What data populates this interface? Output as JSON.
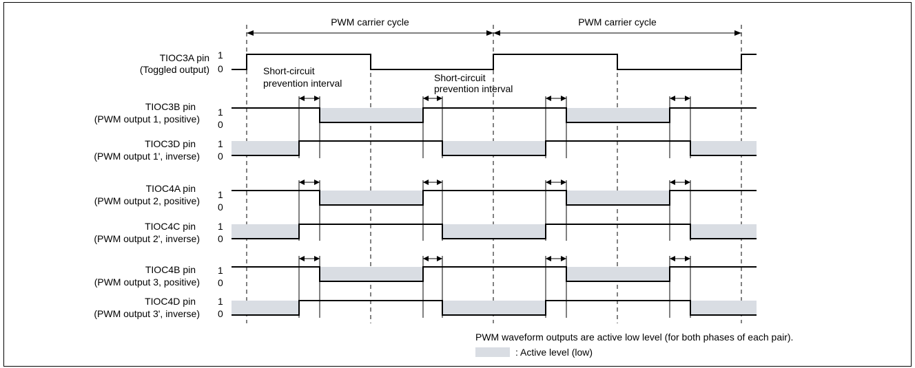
{
  "carrier": {
    "label": "PWM carrier cycle"
  },
  "level_high": "1",
  "level_low": "0",
  "short_circuit": {
    "left": [
      "Short-circuit",
      "prevention interval"
    ],
    "right": [
      "Short-circuit",
      "prevention interval"
    ]
  },
  "signals": [
    {
      "name": "TIOC3A pin",
      "desc": "(Toggled output)",
      "kind": "toggle"
    },
    {
      "name": "TIOC3B pin",
      "desc": "(PWM output 1, positive)",
      "kind": "positive"
    },
    {
      "name": "TIOC3D pin",
      "desc": "(PWM output 1', inverse)",
      "kind": "inverse"
    },
    {
      "name": "TIOC4A pin",
      "desc": "(PWM output 2, positive)",
      "kind": "positive"
    },
    {
      "name": "TIOC4C pin",
      "desc": "(PWM output 2', inverse)",
      "kind": "inverse"
    },
    {
      "name": "TIOC4B pin",
      "desc": "(PWM output 3, positive)",
      "kind": "positive"
    },
    {
      "name": "TIOC4D pin",
      "desc": "(PWM output 3', inverse)",
      "kind": "inverse"
    }
  ],
  "footnote": "PWM waveform outputs are active low level (for both phases of each pair).",
  "legend": {
    "label": ": Active level (low)",
    "color": "#d9dde3"
  }
}
